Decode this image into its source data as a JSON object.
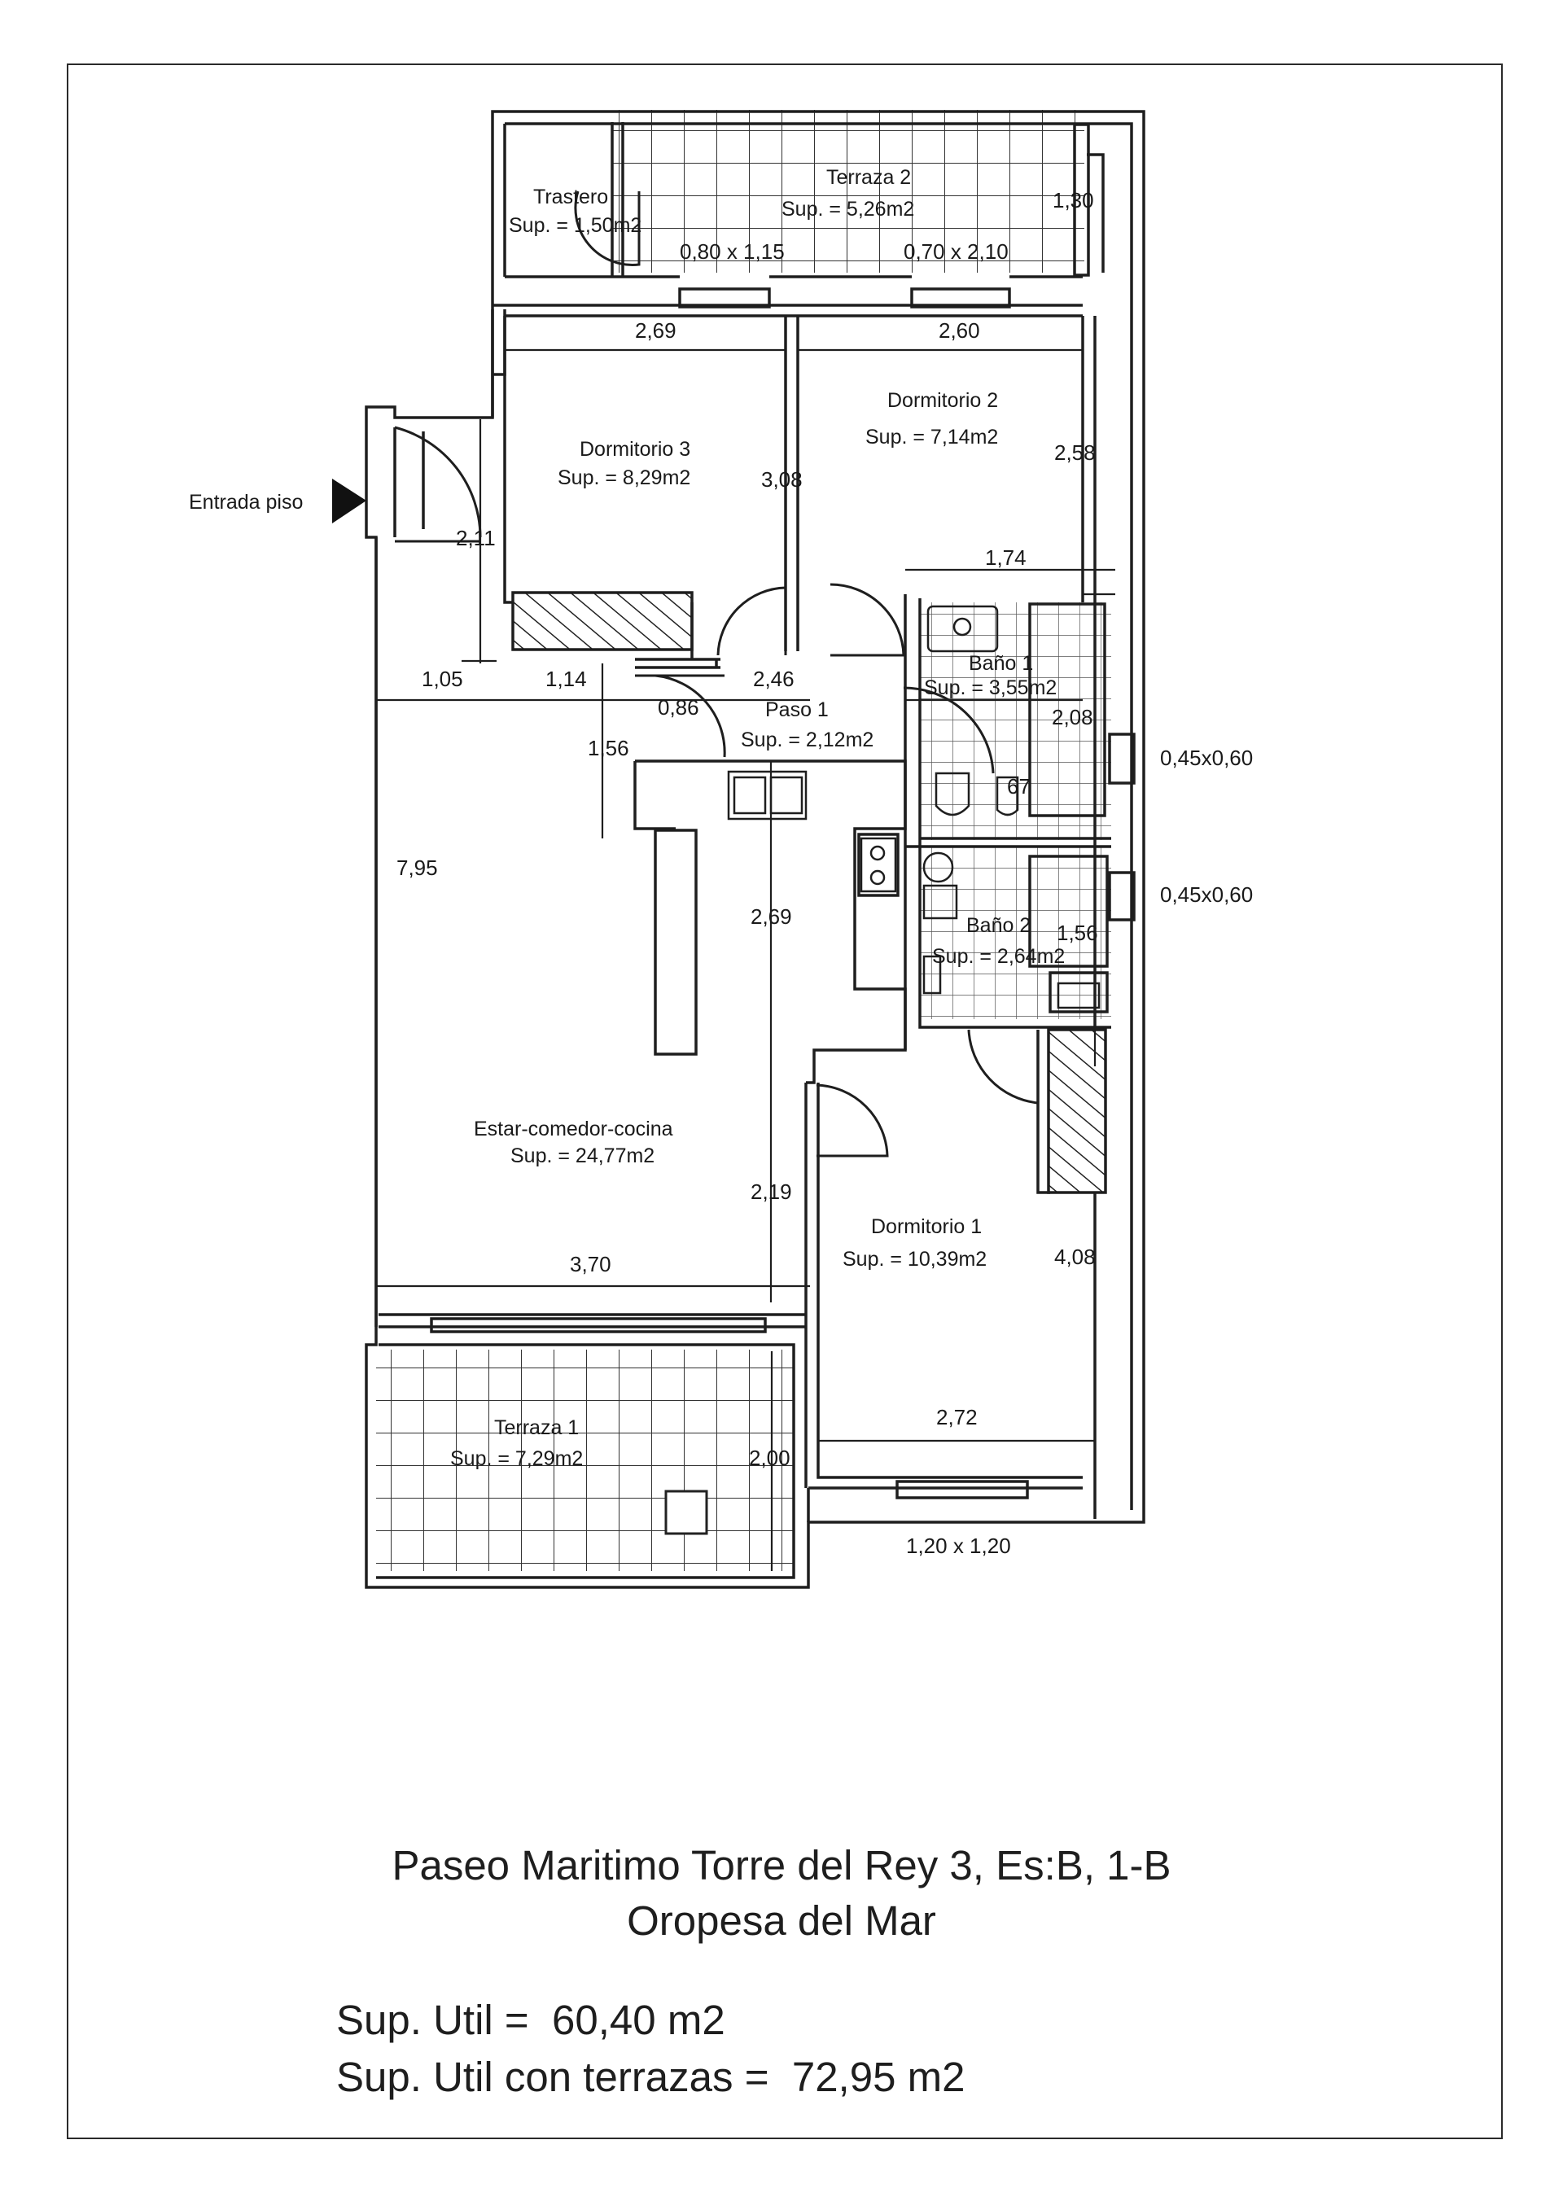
{
  "entrance": {
    "label": "Entrada piso"
  },
  "rooms": {
    "trastero": {
      "name": "Trastero",
      "area": "Sup. = 1,50m2"
    },
    "terraza2": {
      "name": "Terraza 2",
      "area": "Sup. = 5,26m2"
    },
    "dormitorio3": {
      "name": "Dormitorio 3",
      "area": "Sup. = 8,29m2"
    },
    "dormitorio2": {
      "name": "Dormitorio 2",
      "area": "Sup. = 7,14m2"
    },
    "paso1": {
      "name": "Paso 1",
      "area": "Sup. = 2,12m2"
    },
    "bano1": {
      "name": "Baño 1",
      "area": "Sup. = 3,55m2"
    },
    "bano2": {
      "name": "Baño 2",
      "area": "Sup. = 2,64m2"
    },
    "estar": {
      "name": "Estar-comedor-cocina",
      "area": "Sup. = 24,77m2"
    },
    "dormitorio1": {
      "name": "Dormitorio 1",
      "area": "Sup. = 10,39m2"
    },
    "terraza1": {
      "name": "Terraza 1",
      "area": "Sup. = 7,29m2"
    }
  },
  "dimensions": {
    "terraza2_depth": "1,30",
    "window_trastero": "0,80 x 1,15",
    "window_terraza2": "0,70 x 2,10",
    "dorm3_width": "2,69",
    "dorm2_width": "2,60",
    "dorm3_depth": "3,08",
    "dorm2_depth": "2,58",
    "entrance_depth": "2,11",
    "bano1_width": "1,74",
    "hall_a": "1,05",
    "hall_b": "1,14",
    "paso_width": "2,46",
    "paso_small": "0,86",
    "paso_depth": "1,56",
    "bano1_depth": "2,08",
    "bano1_fixture": "67",
    "window_bano1": "0,45x0,60",
    "window_bano2": "0,45x0,60",
    "estar_depth": "7,95",
    "kitchen_depth": "2,69",
    "bano2_width": "1,56",
    "estar_lower": "2,19",
    "estar_width": "3,70",
    "dorm1_depth": "4,08",
    "dorm1_width": "2,72",
    "terraza1_depth": "2,00",
    "window_dorm1": "1,20 x 1,20"
  },
  "footer": {
    "address_line1": "Paseo Maritimo Torre del Rey 3, Es:B, 1-B",
    "address_line2": "Oropesa del Mar",
    "util_label": "Sup. Util =  60,40 m2",
    "util_terrazas_label": "Sup. Util con terrazas =  72,95 m2"
  }
}
